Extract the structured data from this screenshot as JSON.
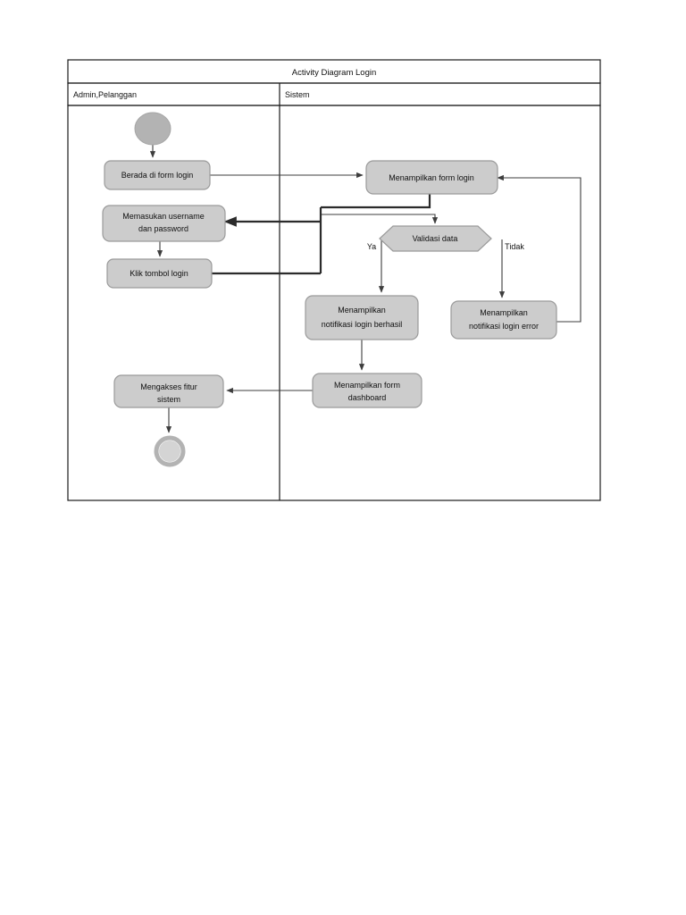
{
  "diagram": {
    "title": "Activity Diagram Login",
    "type": "uml-activity-diagram",
    "lanes": [
      {
        "id": "actor",
        "label": "Admin,Pelanggan"
      },
      {
        "id": "system",
        "label": "Sistem"
      }
    ],
    "nodes": [
      {
        "id": "start",
        "kind": "initial",
        "lane": "actor",
        "label": ""
      },
      {
        "id": "n1",
        "kind": "action",
        "lane": "actor",
        "label": "Berada di form login"
      },
      {
        "id": "n2",
        "kind": "action",
        "lane": "system",
        "label": "Menampilkan form login"
      },
      {
        "id": "n3",
        "kind": "action",
        "lane": "actor",
        "label_line1": "Memasukan username",
        "label_line2": "dan password"
      },
      {
        "id": "n4",
        "kind": "action",
        "lane": "actor",
        "label": "Klik tombol login"
      },
      {
        "id": "n5",
        "kind": "decision",
        "lane": "system",
        "label": "Validasi data"
      },
      {
        "id": "n6",
        "kind": "action",
        "lane": "system",
        "label_line1": "Menampilkan",
        "label_line2": "notifikasi login berhasil"
      },
      {
        "id": "n7",
        "kind": "action",
        "lane": "system",
        "label_line1": "Menampilkan",
        "label_line2": "notifikasi login error"
      },
      {
        "id": "n8",
        "kind": "action",
        "lane": "system",
        "label_line1": "Menampilkan form",
        "label_line2": "dashboard"
      },
      {
        "id": "n9",
        "kind": "action",
        "lane": "actor",
        "label_line1": "Mengakses fitur",
        "label_line2": "sistem"
      },
      {
        "id": "end",
        "kind": "final",
        "lane": "actor",
        "label": ""
      }
    ],
    "guards": [
      {
        "id": "g-ya",
        "label": "Ya"
      },
      {
        "id": "g-tidak",
        "label": "Tidak"
      }
    ],
    "colors": {
      "node_fill": "#cccccc",
      "node_stroke": "#9a9a9a",
      "frame_stroke": "#1a1a1a",
      "flow_stroke": "#3d3d3d",
      "start_fill": "#b3b3b3"
    }
  }
}
